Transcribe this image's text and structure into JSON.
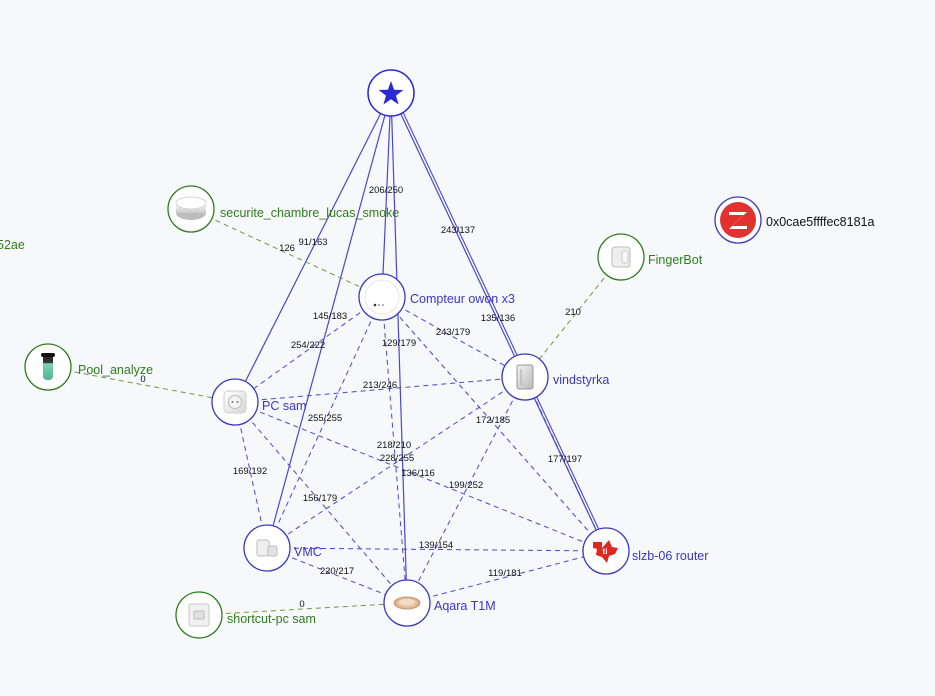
{
  "colors": {
    "coordinator": "#2b2bd4",
    "router": "#3a37c2",
    "end_device": "#2e7d1c",
    "link_router": "#4a47cf",
    "link_end": "#6a9a3c",
    "bridge_text": "#111111"
  },
  "nodes": [
    {
      "id": "coordinator",
      "label": "",
      "role": "coordinator",
      "icon": "star-icon"
    },
    {
      "id": "owon",
      "label": "Compteur owon x3",
      "role": "router",
      "icon": "energy-meter-icon"
    },
    {
      "id": "pcsam",
      "label": "PC sam",
      "role": "router",
      "icon": "smart-plug-icon"
    },
    {
      "id": "vind",
      "label": "vindstyrka",
      "role": "router",
      "icon": "air-sensor-icon"
    },
    {
      "id": "vmc",
      "label": "VMC",
      "role": "router",
      "icon": "relay-module-icon"
    },
    {
      "id": "aqara",
      "label": "Aqara T1M",
      "role": "router",
      "icon": "ceiling-light-icon"
    },
    {
      "id": "slzb",
      "label": "slzb-06 router",
      "role": "router",
      "icon": "ti-logo-icon"
    },
    {
      "id": "smoke",
      "label": "securite_chambre_lucas_smoke",
      "role": "end",
      "icon": "smoke-detector-icon"
    },
    {
      "id": "pool",
      "label": "Pool_analyze",
      "role": "end",
      "icon": "pool-probe-icon"
    },
    {
      "id": "finger",
      "label": "FingerBot",
      "role": "end",
      "icon": "fingerbot-icon"
    },
    {
      "id": "shortcut",
      "label": "shortcut-pc sam",
      "role": "end",
      "icon": "button-switch-icon"
    },
    {
      "id": "z2m",
      "label": "0x0cae5ffffec8181a",
      "role": "bridge",
      "icon": "zigbee-logo-icon"
    }
  ],
  "offscreen_label": "52ae",
  "links": [
    {
      "a": "coordinator",
      "b": "pcsam",
      "style": "solid",
      "lqi": ""
    },
    {
      "a": "coordinator",
      "b": "vmc",
      "style": "solid",
      "lqi": ""
    },
    {
      "a": "coordinator",
      "b": "owon",
      "style": "solid",
      "lqi": "206/250"
    },
    {
      "a": "coordinator",
      "b": "aqara",
      "style": "solid",
      "lqi": ""
    },
    {
      "a": "coordinator",
      "b": "slzb",
      "style": "solid",
      "lqi": "243/137"
    },
    {
      "a": "smoke",
      "b": "owon",
      "style": "end",
      "lqi": "126"
    },
    {
      "a": "pool",
      "b": "pcsam",
      "style": "end",
      "lqi": "0"
    },
    {
      "a": "finger",
      "b": "vind",
      "style": "end",
      "lqi": "210"
    },
    {
      "a": "shortcut",
      "b": "aqara",
      "style": "end",
      "lqi": "0"
    },
    {
      "a": "owon",
      "b": "pcsam",
      "style": "dashed",
      "lqi": "145/183"
    },
    {
      "a": "owon",
      "b": "vind",
      "style": "dashed",
      "lqi": "243/179"
    },
    {
      "a": "owon",
      "b": "vmc",
      "style": "dashed",
      "lqi": "254/222"
    },
    {
      "a": "owon",
      "b": "aqara",
      "style": "dashed",
      "lqi": "129/179"
    },
    {
      "a": "owon",
      "b": "slzb",
      "style": "dashed",
      "lqi": "172/185"
    },
    {
      "a": "pcsam",
      "b": "vind",
      "style": "dashed",
      "lqi": "213/246"
    },
    {
      "a": "pcsam",
      "b": "vmc",
      "style": "dashed",
      "lqi": "169/192"
    },
    {
      "a": "pcsam",
      "b": "aqara",
      "style": "dashed",
      "lqi": "255/255"
    },
    {
      "a": "pcsam",
      "b": "slzb",
      "style": "dashed",
      "lqi": "199/252"
    },
    {
      "a": "vind",
      "b": "vmc",
      "style": "dashed",
      "lqi": "156/179"
    },
    {
      "a": "vind",
      "b": "aqara",
      "style": "dashed",
      "lqi": "136/116"
    },
    {
      "a": "vind",
      "b": "slzb",
      "style": "dashed",
      "lqi": "177/197"
    },
    {
      "a": "vmc",
      "b": "aqara",
      "style": "dashed",
      "lqi": "220/217"
    },
    {
      "a": "vmc",
      "b": "slzb",
      "style": "dashed",
      "lqi": "139/154"
    },
    {
      "a": "aqara",
      "b": "slzb",
      "style": "dashed",
      "lqi": "119/181"
    }
  ],
  "extra_lqi_labels": [
    "91/163",
    "135/136",
    "218/210",
    "228/255"
  ]
}
